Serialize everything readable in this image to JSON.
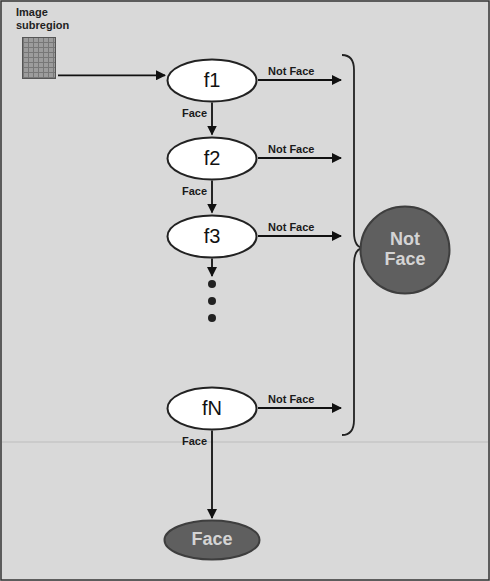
{
  "diagram": {
    "nodes": [
      {
        "text": [
          "Image subregion"
        ]
      },
      {
        "text": [
          "f1"
        ]
      },
      {
        "text": [
          "f2"
        ]
      },
      {
        "text": [
          "f3"
        ]
      },
      {
        "text": [
          "fN"
        ]
      },
      {
        "text": [
          "Not Face"
        ]
      },
      {
        "text": [
          "Face"
        ]
      }
    ],
    "edges": [
      {
        "from": 0,
        "to": 1,
        "arrow": "to"
      },
      {
        "from": 1,
        "to": 2,
        "label": "Face",
        "arrow": "to"
      },
      {
        "from": 2,
        "to": 3,
        "label": "Face",
        "arrow": "to"
      },
      {
        "from": 3,
        "to": 4,
        "arrow": "to"
      },
      {
        "from": 1,
        "to": 5,
        "label": "Not Face",
        "arrow": "to"
      },
      {
        "from": 2,
        "to": 5,
        "label": "Not Face",
        "arrow": "to"
      },
      {
        "from": 3,
        "to": 5,
        "label": "Not Face",
        "arrow": "to"
      },
      {
        "from": 4,
        "to": 5,
        "label": "Not Face",
        "arrow": "to"
      },
      {
        "from": 4,
        "to": 6,
        "label": "Face",
        "arrow": "to"
      }
    ]
  }
}
